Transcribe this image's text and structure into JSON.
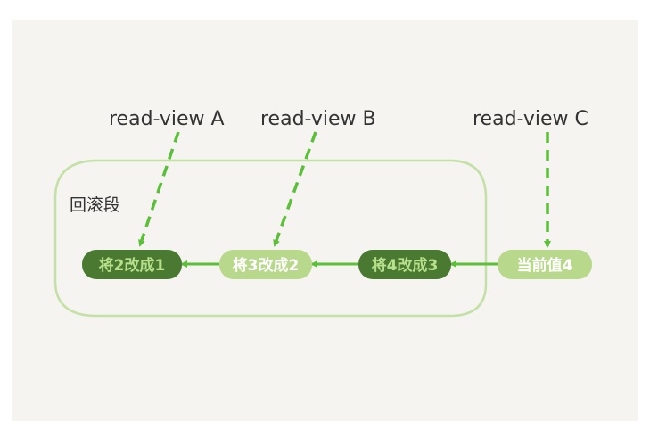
{
  "diagram": {
    "container_label": "回滚段",
    "views": [
      {
        "id": "A",
        "label": "read-view A"
      },
      {
        "id": "B",
        "label": "read-view B"
      },
      {
        "id": "C",
        "label": "read-view C"
      }
    ],
    "nodes": [
      {
        "id": "n1",
        "label": "将2改成1",
        "style": "dark"
      },
      {
        "id": "n2",
        "label": "将3改成2",
        "style": "light"
      },
      {
        "id": "n3",
        "label": "将4改成3",
        "style": "dark"
      },
      {
        "id": "n4",
        "label": "当前值4",
        "style": "light"
      }
    ],
    "colors": {
      "dark_fill": "#4a7a32",
      "dark_text": "#b8e08c",
      "light_fill": "#b8d98c",
      "light_text": "#ffffff",
      "arrow": "#5cbf3a",
      "container": "#c3e0a6"
    }
  }
}
